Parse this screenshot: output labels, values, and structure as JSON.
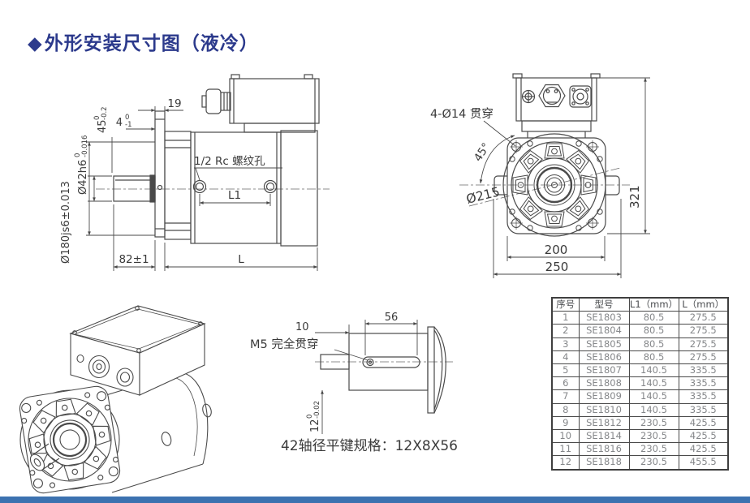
{
  "page": {
    "title_bullet": "◆",
    "title": "外形安装尺寸图（液冷）",
    "accent_color": "#2c3a8c",
    "footer_bar_color": "#3c72b0"
  },
  "side_view": {
    "dim_d42": "Ø42h6",
    "dim_d42_tol_top": "0",
    "dim_d42_tol_bottom": "-0.016",
    "dim_45": "45",
    "dim_45_tol_top": "0",
    "dim_45_tol_bottom": "-0.2",
    "dim_4": "4",
    "dim_4_tol_top": "0",
    "dim_4_tol_bottom": "-1",
    "dim_19": "19",
    "dim_d180": "Ø180js6±0.013",
    "port_label": "1/2 Rc 螺纹孔",
    "dim_l1": "L1",
    "dim_82": "82±1",
    "dim_l": "L"
  },
  "front_view": {
    "holes_label": "4-Ø14 贯穿",
    "angle_label": "45°",
    "dim_d215": "Ø215",
    "dim_321": "321",
    "dim_200": "200",
    "dim_250": "250"
  },
  "shaft_detail": {
    "dim_10": "10",
    "dim_56": "56",
    "m5_label": "M5  完全贯穿",
    "dim_12": "12",
    "dim_12_tol_top": "0",
    "dim_12_tol_bottom": "-0.02",
    "caption": "42轴径平键规格：12X8X56"
  },
  "table": {
    "headers": [
      "序号",
      "型号",
      "L1（mm）",
      "L（mm）"
    ],
    "rows": [
      [
        "1",
        "SE1803",
        "80.5",
        "275.5"
      ],
      [
        "2",
        "SE1804",
        "80.5",
        "275.5"
      ],
      [
        "3",
        "SE1805",
        "80.5",
        "275.5"
      ],
      [
        "4",
        "SE1806",
        "80.5",
        "275.5"
      ],
      [
        "5",
        "SE1807",
        "140.5",
        "335.5"
      ],
      [
        "6",
        "SE1808",
        "140.5",
        "335.5"
      ],
      [
        "7",
        "SE1809",
        "140.5",
        "335.5"
      ],
      [
        "8",
        "SE1810",
        "140.5",
        "335.5"
      ],
      [
        "9",
        "SE1812",
        "230.5",
        "425.5"
      ],
      [
        "10",
        "SE1814",
        "230.5",
        "425.5"
      ],
      [
        "11",
        "SE1816",
        "230.5",
        "425.5"
      ],
      [
        "12",
        "SE1818",
        "230.5",
        "455.5"
      ]
    ]
  }
}
